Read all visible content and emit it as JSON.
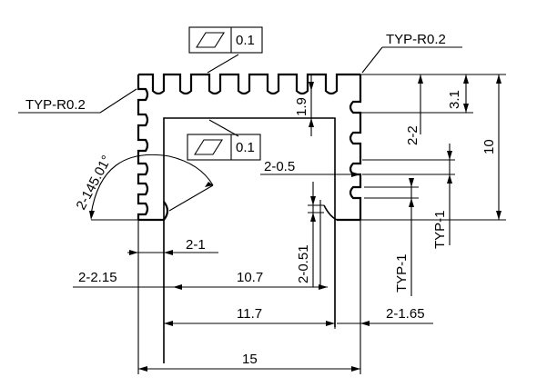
{
  "drawing": {
    "fcf_top": {
      "symbol": "flatness-symbol",
      "tolerance": "0.1"
    },
    "fcf_mid": {
      "symbol": "flatness-symbol",
      "tolerance": "0.1"
    },
    "labels": {
      "typ_r02_top": "TYP-R0.2",
      "typ_r02_left": "TYP-R0.2",
      "dim_1_9": "1.9",
      "dim_3_1": "3.1",
      "dim_2_2": "2-2",
      "dim_10": "10",
      "angle": "2-145.01°",
      "dim_2_05": "2-0.5",
      "typ_1_upper": "TYP-1",
      "typ_1_lower": "TYP-1",
      "dim_2_1": "2-1",
      "dim_2_051": "2-0.51",
      "dim_2_215": "2-2.15",
      "dim_10_7": "10.7",
      "dim_11_7": "11.7",
      "dim_2_165": "2-1.65",
      "dim_15": "15"
    }
  }
}
